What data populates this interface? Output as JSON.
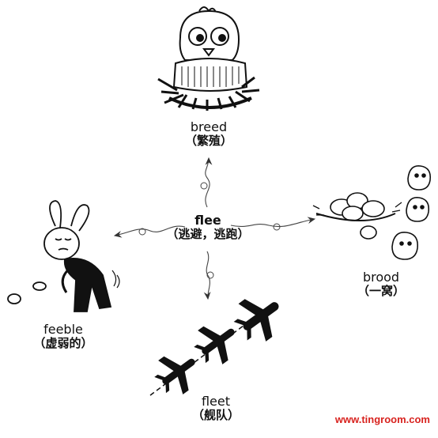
{
  "center": {
    "word": "flee",
    "gloss": "（逃避，逃跑）"
  },
  "nodes": {
    "breed": {
      "word": "breed",
      "gloss": "（繁殖）"
    },
    "brood": {
      "word": "brood",
      "gloss": "（一窝）"
    },
    "feeble": {
      "word": "feeble",
      "gloss": "（虚弱的）"
    },
    "fleet": {
      "word": "fleet",
      "gloss": "（舰队）"
    }
  },
  "watermark": "www.tingroom.com",
  "colors": {
    "ink": "#111111",
    "arrow": "#444444",
    "watermark": "#d8231f"
  },
  "illustrations": {
    "breed": "chick-in-nest",
    "brood": "eggs-in-nest-with-chicks",
    "feeble": "weak-rabbit",
    "fleet": "airplane-formation"
  }
}
